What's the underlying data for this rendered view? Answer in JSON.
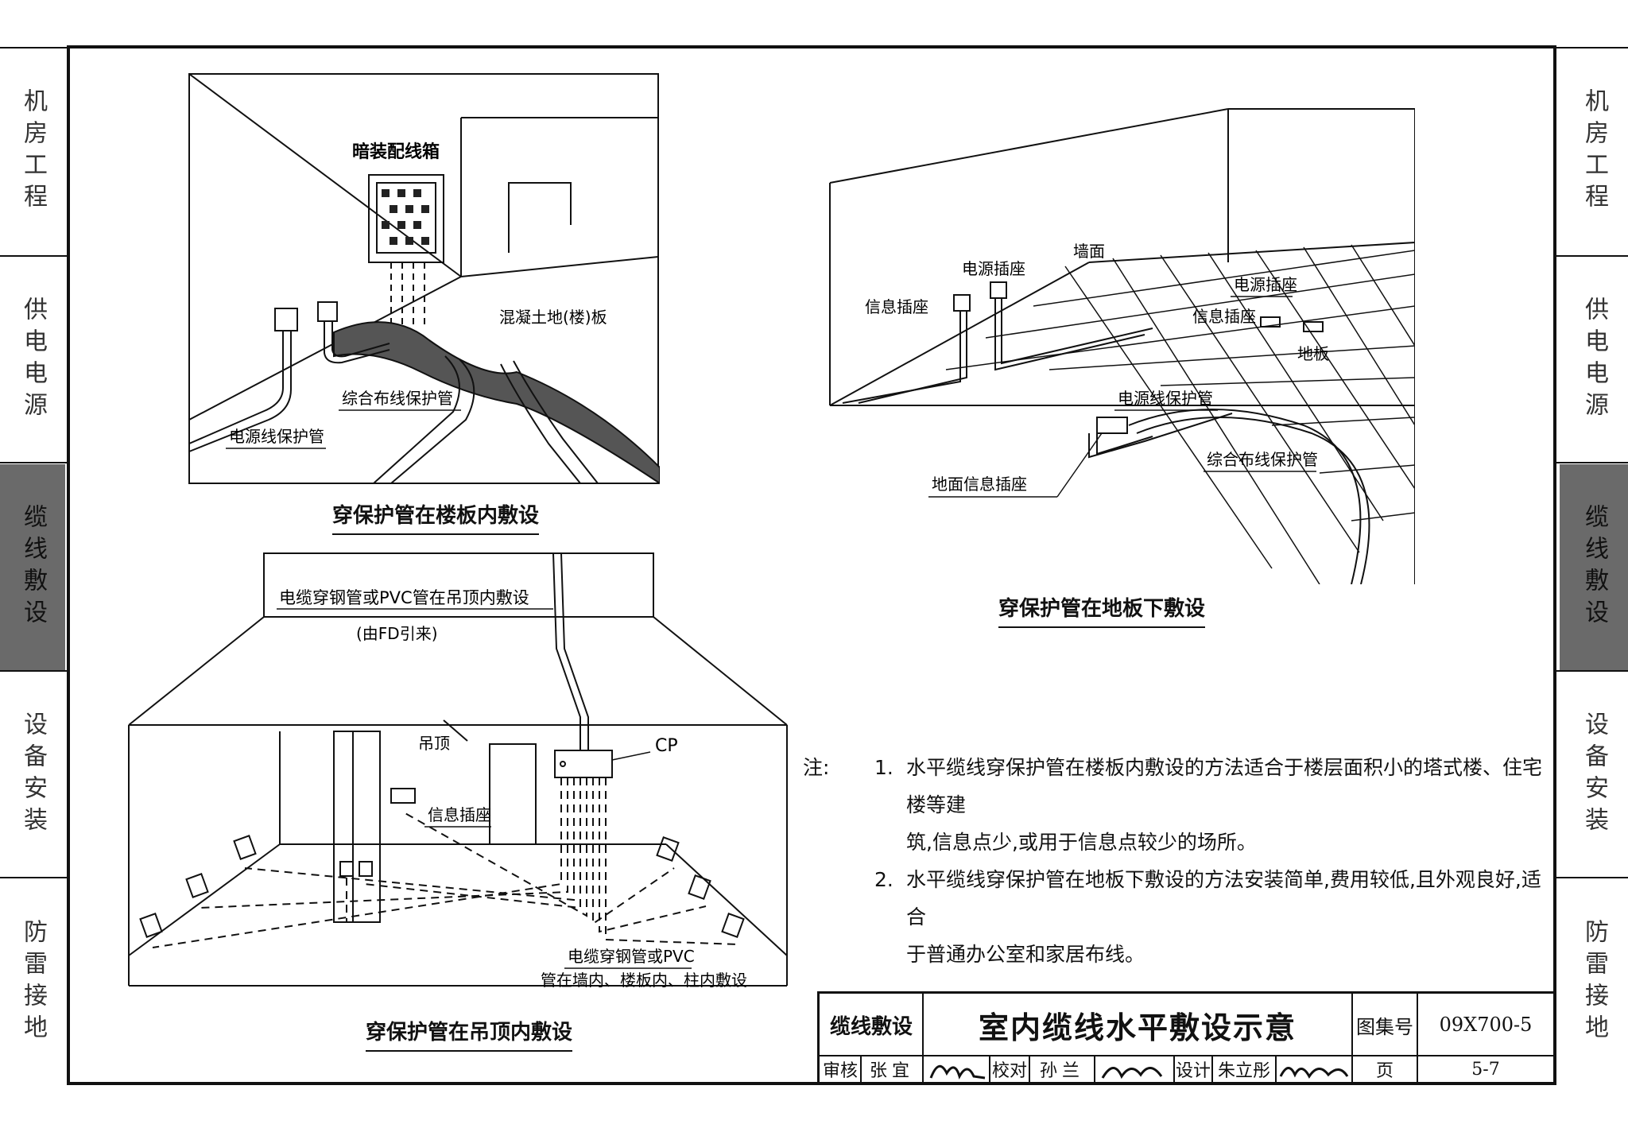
{
  "side_tabs_left": [
    "机房工程",
    "供电电源",
    "缆线敷设",
    "设备安装",
    "防雷接地"
  ],
  "side_tabs_right": [
    "机房工程",
    "供电电源",
    "缆线敷设",
    "设备安装",
    "防雷接地"
  ],
  "active_tab_index": 2,
  "figure1": {
    "caption": "穿保护管在楼板内敷设",
    "labels": {
      "box": "暗装配线箱",
      "slab": "混凝土地(楼)板",
      "comm_pipe": "综合布线保护管",
      "power_pipe": "电源线保护管"
    }
  },
  "figure2": {
    "caption": "穿保护管在地板下敷设",
    "labels": {
      "wall": "墙面",
      "power_socket_wall": "电源插座",
      "info_socket_wall": "信息插座",
      "power_socket_floor": "电源插座",
      "info_socket_floor": "信息插座",
      "floor": "地板",
      "power_pipe": "电源线保护管",
      "comm_pipe": "综合布线保护管",
      "floor_info_socket": "地面信息插座"
    }
  },
  "figure3": {
    "caption": "穿保护管在吊顶内敷设",
    "labels": {
      "ceiling_run_line1": "电缆穿钢管或PVC管在吊顶内敷设",
      "ceiling_run_line2": "(由FD引来)",
      "ceiling": "吊顶",
      "cp": "CP",
      "info_socket": "信息插座",
      "wall_run_line1": "电缆穿钢管或PVC",
      "wall_run_line2": "管在墙内、楼板内、柱内敷设"
    }
  },
  "notes": {
    "lead": "注:",
    "items": [
      {
        "num": "1.",
        "lines": [
          "水平缆线穿保护管在楼板内敷设的方法适合于楼层面积小的塔式楼、住宅楼等建",
          "筑,信息点少,或用于信息点较少的场所。"
        ]
      },
      {
        "num": "2.",
        "lines": [
          "水平缆线穿保护管在地板下敷设的方法安装简单,费用较低,且外观良好,适合",
          "于普通办公室和家居布线。"
        ]
      }
    ]
  },
  "title_block": {
    "section": "缆线敷设",
    "title": "室内缆线水平敷设示意",
    "atlas_label": "图集号",
    "atlas_no": "09X700-5",
    "review_label": "审核",
    "reviewer": "张宜",
    "check_label": "校对",
    "checker": "孙兰",
    "design_label": "设计",
    "designer": "朱立彤",
    "page_label": "页",
    "page_no": "5-7"
  }
}
